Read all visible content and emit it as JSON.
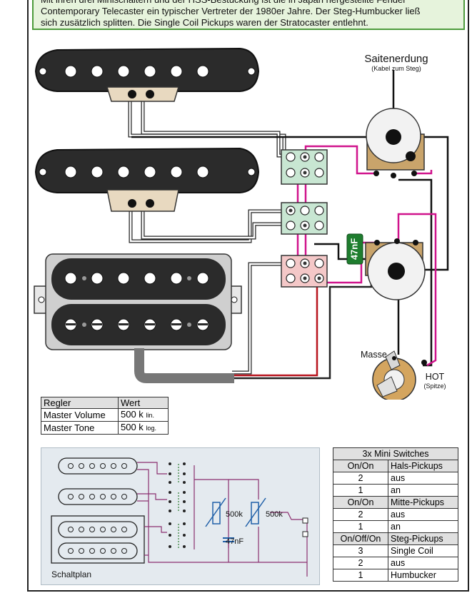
{
  "intro": {
    "line1": "Mit ihren drei Minischaltern und der HSS-Bestückung ist die in Japan hergestellte Fender",
    "line2": "Contemporary Telecaster ein typischer Vertreter der 1980er Jahre. Der Steg-Humbucker ließ",
    "line3": "sich zusätzlich splitten. Die Single Coil Pickups waren der Stratocaster entlehnt."
  },
  "labels": {
    "saitenerdung": "Saitenerdung",
    "saitenerdung_sub": "(Kabel zum Steg)",
    "capacitor": "47nF",
    "masse": "Masse",
    "hot": "HOT",
    "hot_sub": "(Spitze)"
  },
  "regler_table": {
    "headers": [
      "Regler",
      "Wert"
    ],
    "rows": [
      {
        "name": "Master Volume",
        "value": "500 k",
        "unit": "lin."
      },
      {
        "name": "Master Tone",
        "value": "500 k",
        "unit": "log."
      }
    ]
  },
  "schematic": {
    "label": "Schaltplan",
    "pot1": "500k",
    "pot2": "500k",
    "cap": "47nF"
  },
  "switch_table": {
    "title": "3x Mini Switches",
    "sections": [
      {
        "header": [
          "On/On",
          "Hals-Pickups"
        ],
        "rows": [
          [
            "2",
            "aus"
          ],
          [
            "1",
            "an"
          ]
        ]
      },
      {
        "header": [
          "On/On",
          "Mitte-Pickups"
        ],
        "rows": [
          [
            "2",
            "aus"
          ],
          [
            "1",
            "an"
          ]
        ]
      },
      {
        "header": [
          "On/Off/On",
          "Steg-Pickups"
        ],
        "rows": [
          [
            "3",
            "Single Coil"
          ],
          [
            "2",
            "aus"
          ],
          [
            "1",
            "Humbucker"
          ]
        ]
      }
    ]
  },
  "colors": {
    "pickup": "#2b2b2b",
    "hot_wire": "#d0138c",
    "red_wire": "#b8141e",
    "switch_green": "#c8e6d2",
    "switch_red": "#f4c8c8",
    "cap_green": "#1e7d2e",
    "pot_lug": "#c9a46b"
  }
}
